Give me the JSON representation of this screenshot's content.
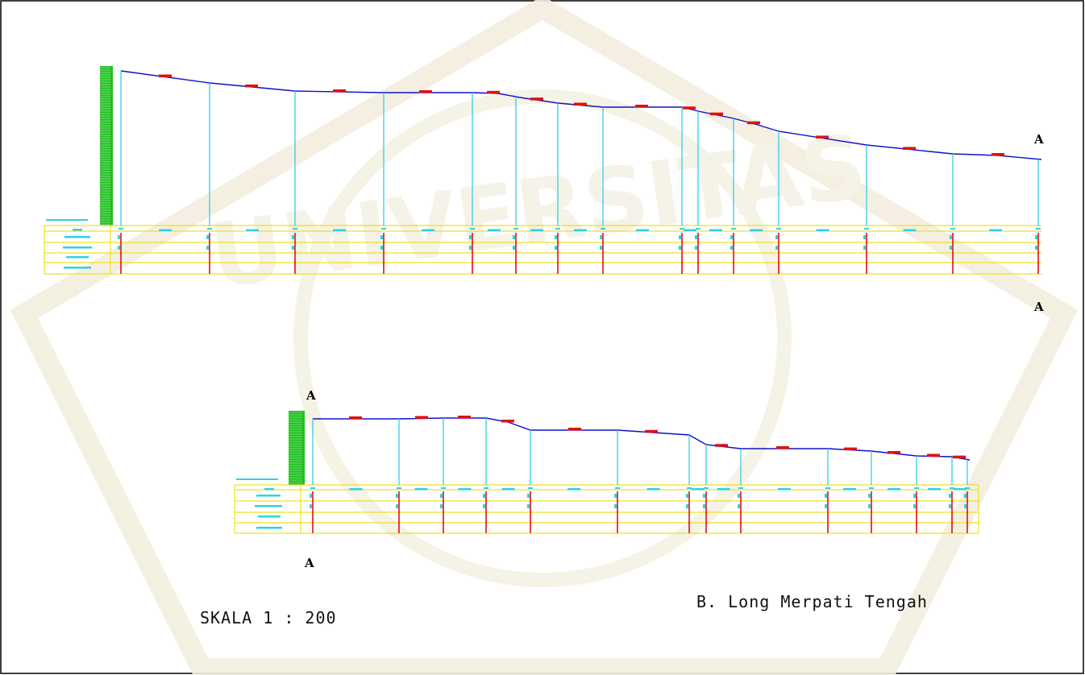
{
  "scale_label": "SKALA 1 : 200",
  "drawing_title": "B. Long Merpati Tengah",
  "section_marks": {
    "top_right_upper": "A",
    "top_right_lower": "A",
    "bottom_upper": "A",
    "bottom_lower": "A"
  },
  "colors": {
    "profile_line": "#1010c8",
    "station_line": "#30d0e8",
    "table_line": "#f0e020",
    "elevation_ruler": "#20c020",
    "red_tick": "#e01010",
    "table_text": "#30d0e8",
    "watermark": "#f3eede"
  }
}
